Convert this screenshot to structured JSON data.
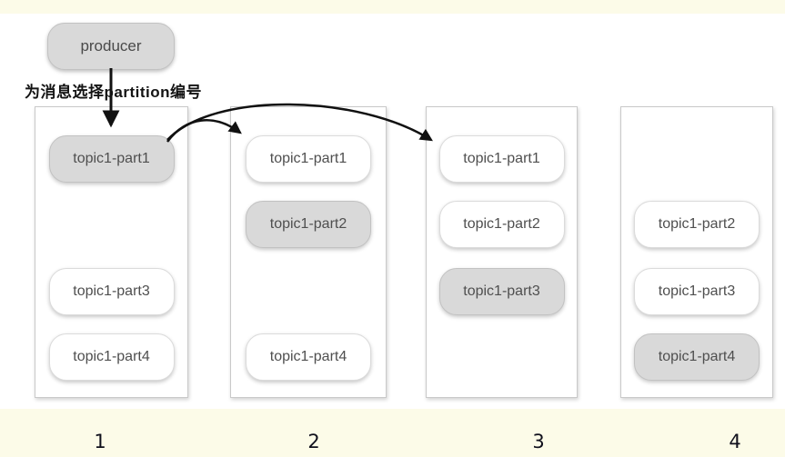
{
  "producer": {
    "label": "producer"
  },
  "annotation": {
    "text": "为消息选择partition编号"
  },
  "brokers": [
    {
      "id": "1",
      "partitions": [
        {
          "label": "topic1-part1",
          "row": 1,
          "highlighted": true
        },
        {
          "label": "topic1-part3",
          "row": 3,
          "highlighted": false
        },
        {
          "label": "topic1-part4",
          "row": 4,
          "highlighted": false
        }
      ]
    },
    {
      "id": "2",
      "partitions": [
        {
          "label": "topic1-part1",
          "row": 1,
          "highlighted": false
        },
        {
          "label": "topic1-part2",
          "row": 2,
          "highlighted": true
        },
        {
          "label": "topic1-part4",
          "row": 4,
          "highlighted": false
        }
      ]
    },
    {
      "id": "3",
      "partitions": [
        {
          "label": "topic1-part1",
          "row": 1,
          "highlighted": false
        },
        {
          "label": "topic1-part2",
          "row": 2,
          "highlighted": false
        },
        {
          "label": "topic1-part3",
          "row": 3,
          "highlighted": true
        }
      ]
    },
    {
      "id": "4",
      "partitions": [
        {
          "label": "topic1-part2",
          "row": 2,
          "highlighted": false
        },
        {
          "label": "topic1-part3",
          "row": 3,
          "highlighted": false
        },
        {
          "label": "topic1-part4",
          "row": 4,
          "highlighted": true
        }
      ]
    }
  ],
  "colors": {
    "banner": "#fcfbe8",
    "highlight_fill": "#d9d9d9",
    "node_text": "#4f4f4f",
    "arrow": "#111111"
  }
}
